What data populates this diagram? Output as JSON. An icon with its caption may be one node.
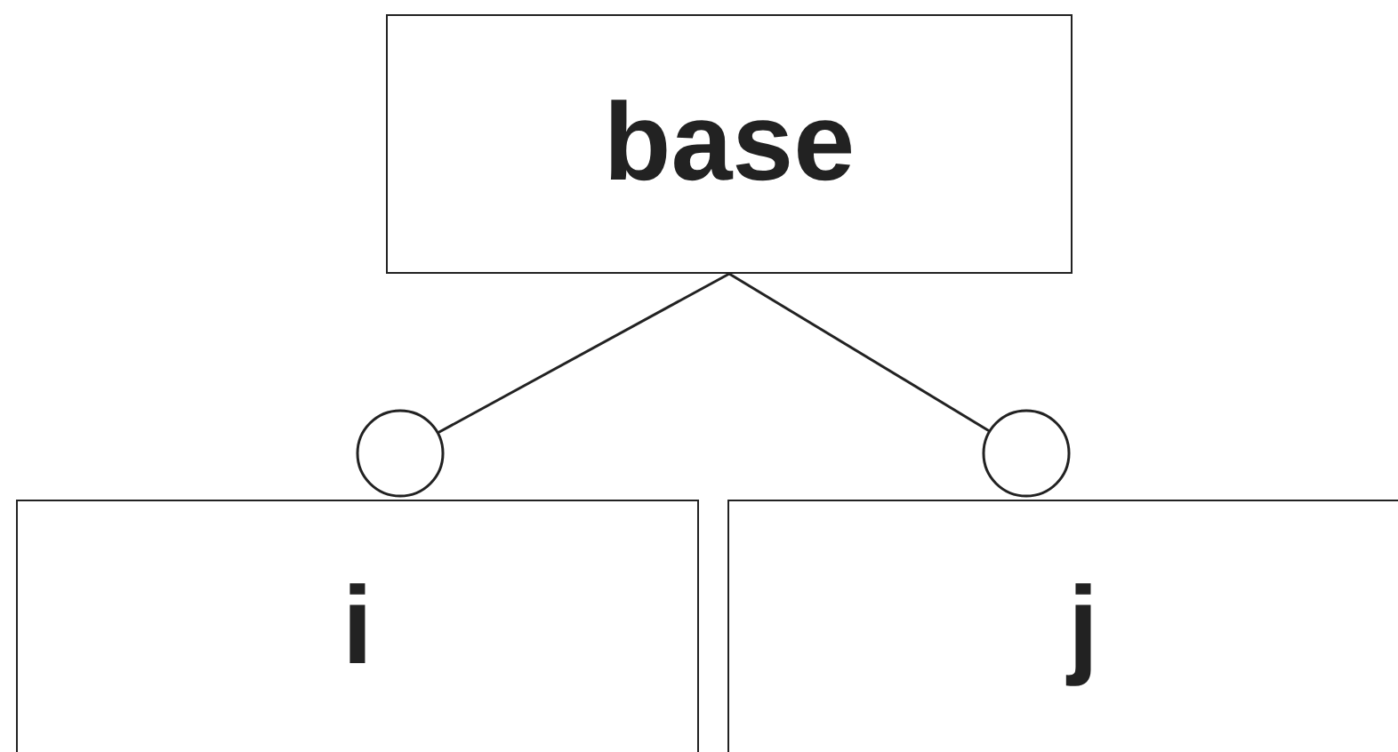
{
  "diagram": {
    "nodes": [
      {
        "text": [
          "base"
        ]
      },
      {
        "text": [
          "i"
        ]
      },
      {
        "text": [
          "j"
        ]
      }
    ],
    "edges": [
      {
        "from": 0,
        "to": 1,
        "arrow": "other"
      },
      {
        "from": 0,
        "to": 2,
        "arrow": "other"
      }
    ]
  }
}
